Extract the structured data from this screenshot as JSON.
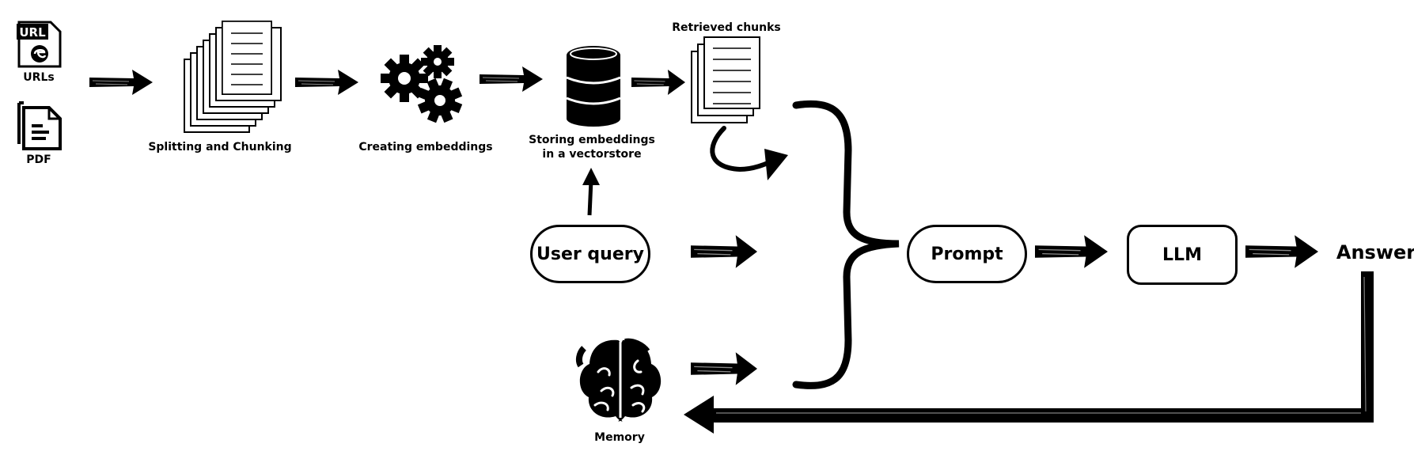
{
  "colors": {
    "ink": "#000000",
    "background": "#ffffff"
  },
  "labels": {
    "url_badge": "URL",
    "urls": "URLs",
    "pdf": "PDF",
    "splitting": "Splitting and Chunking",
    "embeddings": "Creating embeddings",
    "storing_line1": "Storing embeddings",
    "storing_line2": "in a vectorstore",
    "retrieved": "Retrieved chunks",
    "user_query": "User query",
    "prompt": "Prompt",
    "llm": "LLM",
    "answer": "Answer",
    "memory": "Memory"
  },
  "icons": [
    "url-document-icon",
    "pdf-document-icon",
    "stacked-pages-icon",
    "gears-icon",
    "database-icon",
    "retrieved-pages-icon",
    "brain-icon",
    "curly-brace-icon"
  ]
}
